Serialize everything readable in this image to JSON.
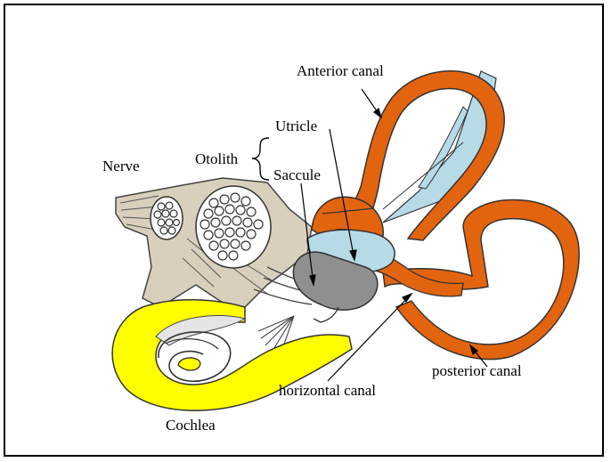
{
  "labels": {
    "anterior": "Anterior canal",
    "utricle": "Utricle",
    "otolith": "Otolith",
    "saccule": "Saccule",
    "nerve": "Nerve",
    "posterior": "posterior canal",
    "horizontal": "horizontal canal",
    "cochlea": "Cochlea"
  },
  "colors": {
    "canal": "#e3640f",
    "canal_inner": "#e87a28",
    "endolymph": "#b6dbe7",
    "utricle": "#b6dbe7",
    "saccule": "#8f8f8f",
    "nerve": "#d8cfbd",
    "cochlea": "#ffff00",
    "frame": "#000000"
  }
}
